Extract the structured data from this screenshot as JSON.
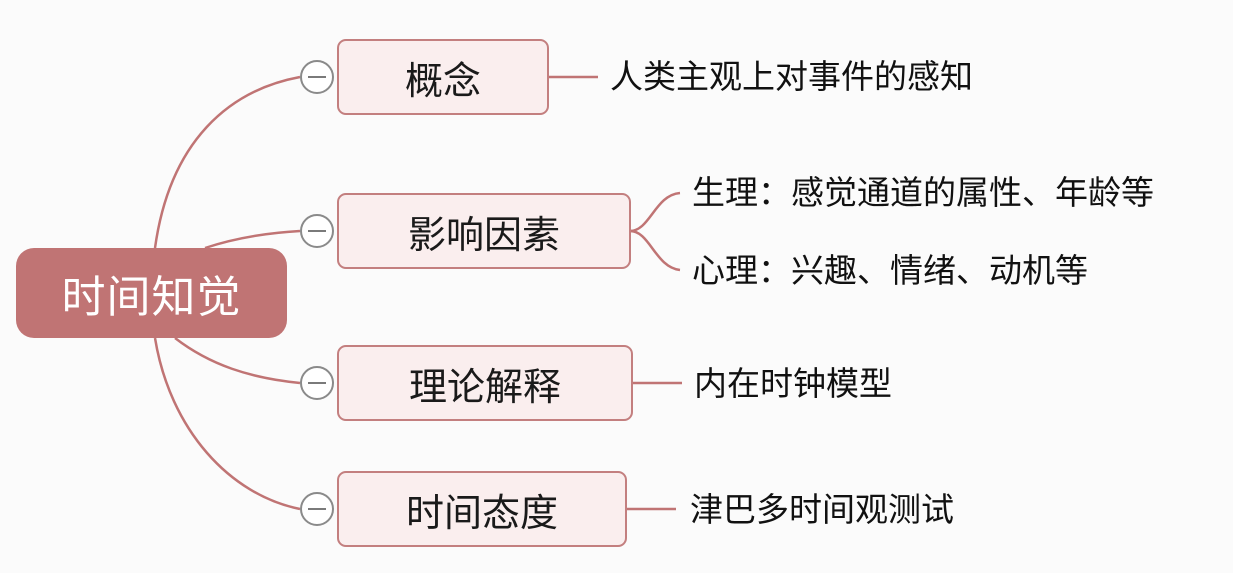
{
  "root": {
    "label": "时间知觉"
  },
  "branches": [
    {
      "label": "概念",
      "leaves": [
        "人类主观上对事件的感知"
      ]
    },
    {
      "label": "影响因素",
      "leaves": [
        "生理：感觉通道的属性、年龄等",
        "心理：兴趣、情绪、动机等"
      ]
    },
    {
      "label": "理论解释",
      "leaves": [
        "内在时钟模型"
      ]
    },
    {
      "label": "时间态度",
      "leaves": [
        "津巴多时间观测试"
      ]
    }
  ],
  "colors": {
    "root_fill": "#c07474",
    "branch_fill": "#faeeee",
    "branch_border": "#c37f7f",
    "connector": "#c07474",
    "collapse_ring": "#8a8a8a"
  }
}
